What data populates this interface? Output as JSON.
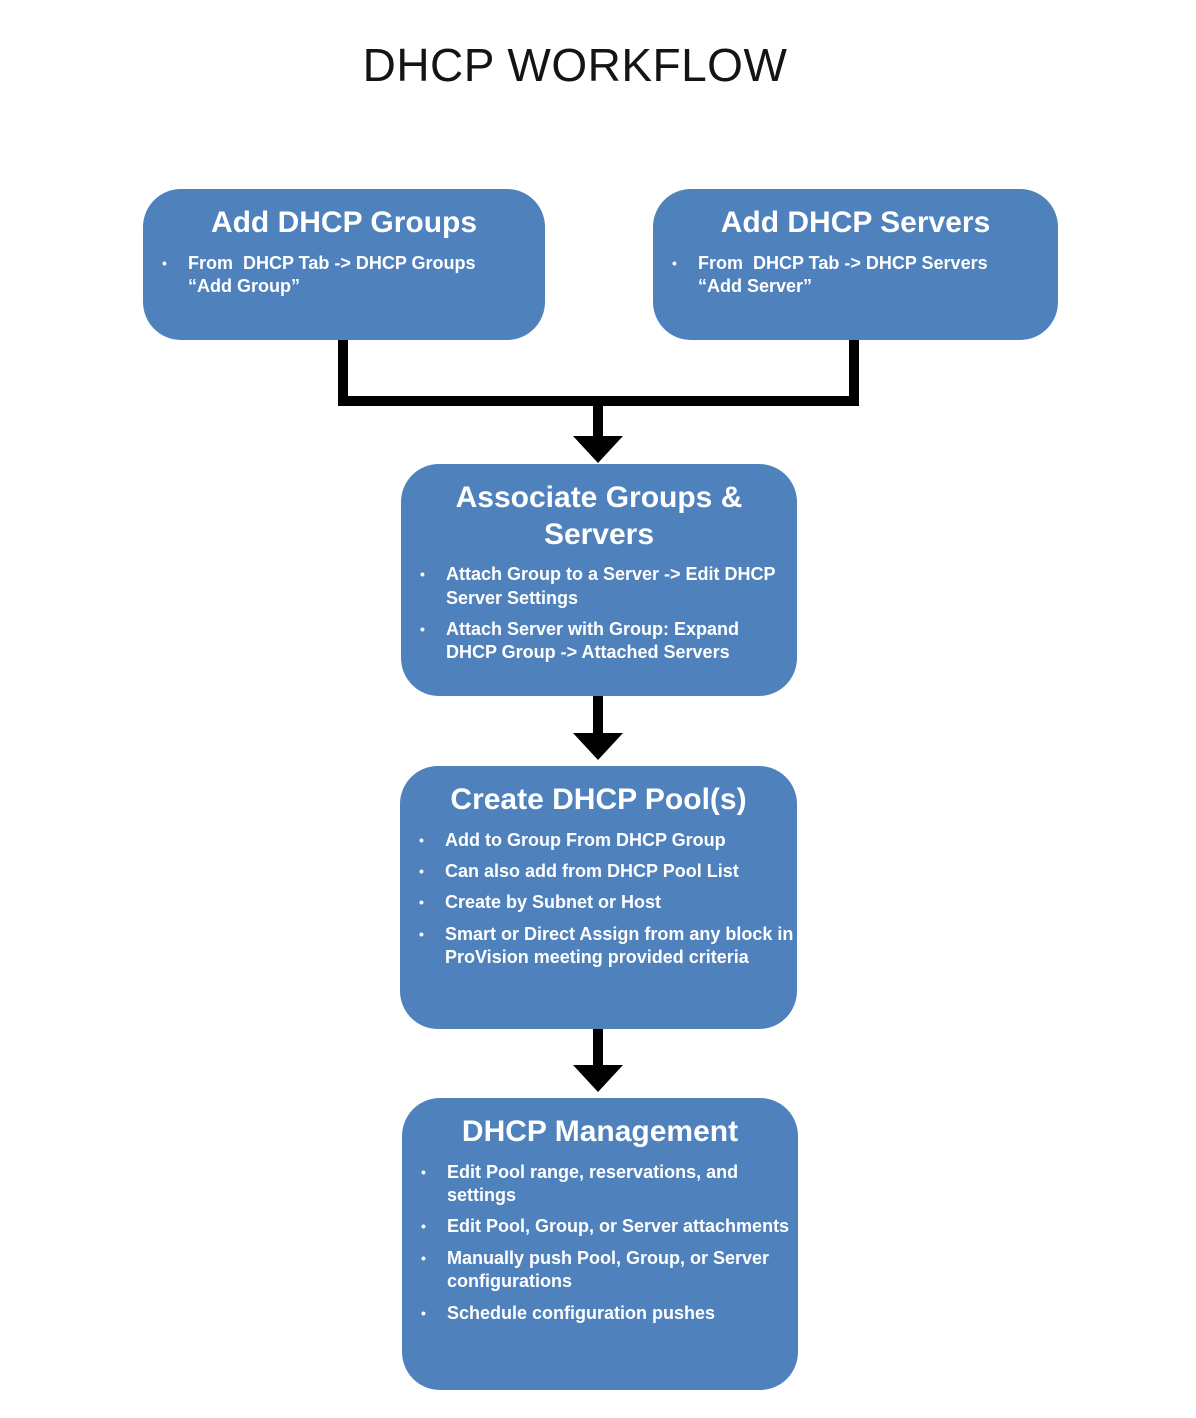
{
  "title": "DHCP WORKFLOW",
  "colors": {
    "box_fill": "#4f81bd",
    "box_text": "#ffffff",
    "connector": "#000000",
    "page_bg": "#ffffff",
    "title_color": "#141414"
  },
  "glyphs": {
    "bullet": "•"
  },
  "boxes": [
    {
      "heading": "Add DHCP Groups",
      "bullets": [
        "From  DHCP Tab -> DHCP Groups “Add Group”"
      ]
    },
    {
      "heading": "Add DHCP Servers",
      "bullets": [
        "From  DHCP Tab -> DHCP Servers “Add Server”"
      ]
    },
    {
      "heading": "Associate Groups & Servers",
      "bullets": [
        "Attach Group to a Server -> Edit DHCP Server Settings",
        "Attach Server with Group: Expand DHCP Group -> Attached Servers"
      ]
    },
    {
      "heading": "Create DHCP Pool(s)",
      "bullets": [
        "Add to Group From DHCP Group",
        "Can also add from DHCP Pool List",
        "Create by Subnet or Host",
        "Smart or Direct Assign from any block in ProVision meeting provided criteria"
      ]
    },
    {
      "heading": "DHCP Management",
      "bullets": [
        "Edit Pool range, reservations, and settings",
        "Edit Pool, Group, or Server attachments",
        "Manually push Pool, Group, or Server configurations",
        "Schedule configuration pushes"
      ]
    }
  ]
}
